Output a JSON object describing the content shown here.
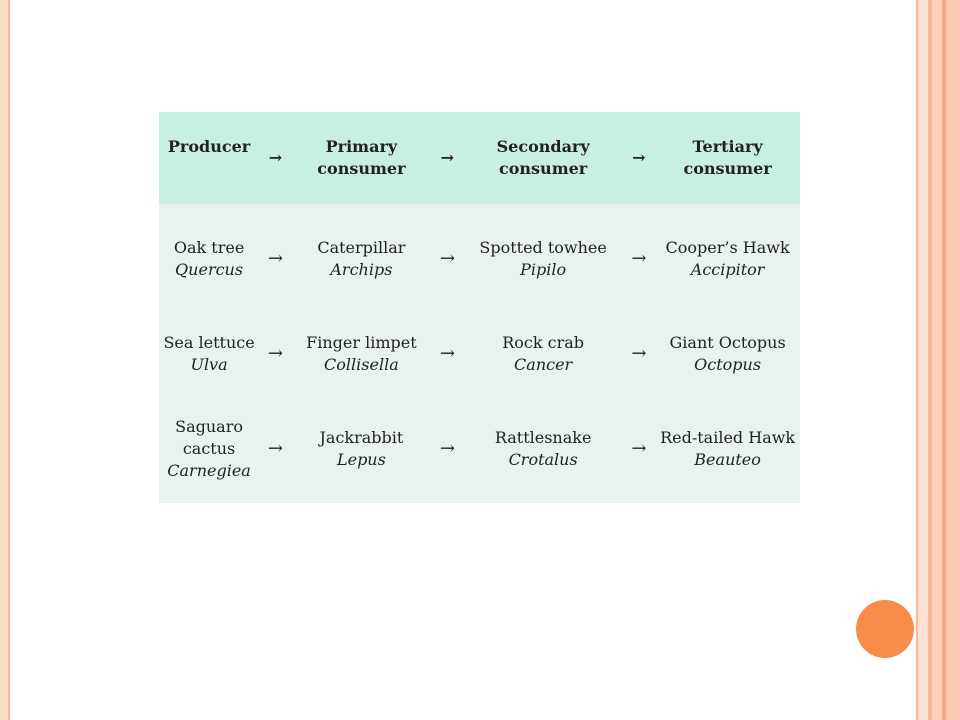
{
  "header": {
    "producer": "Producer",
    "primary": "Primary consumer",
    "secondary": "Secondary consumer",
    "tertiary": "Tertiary consumer",
    "arrow": "→"
  },
  "rows": [
    {
      "producer": {
        "common": "Oak tree",
        "genus": "Quercus"
      },
      "primary": {
        "common": "Caterpillar",
        "genus": "Archips"
      },
      "secondary": {
        "common": "Spotted towhee",
        "genus": "Pipilo"
      },
      "tertiary": {
        "common": "Cooper’s Hawk",
        "genus": "Accipitor"
      }
    },
    {
      "producer": {
        "common": "Sea lettuce",
        "genus": "Ulva"
      },
      "primary": {
        "common": "Finger limpet",
        "genus": "Collisella"
      },
      "secondary": {
        "common": "Rock crab",
        "genus": "Cancer"
      },
      "tertiary": {
        "common": "Giant Octopus",
        "genus": "Octopus"
      }
    },
    {
      "producer": {
        "common": "Saguaro cactus",
        "genus": "Carnegiea"
      },
      "primary": {
        "common": "Jackrabbit",
        "genus": "Lepus"
      },
      "secondary": {
        "common": "Rattlesnake",
        "genus": "Crotalus"
      },
      "tertiary": {
        "common": "Red-tailed Hawk",
        "genus": "Beauteo"
      }
    }
  ],
  "colors": {
    "header_bg": "#c7efe3",
    "body_bg": "#e9f1f1",
    "accent_circle": "#f98c48",
    "border_accent": "#f8b89a"
  }
}
